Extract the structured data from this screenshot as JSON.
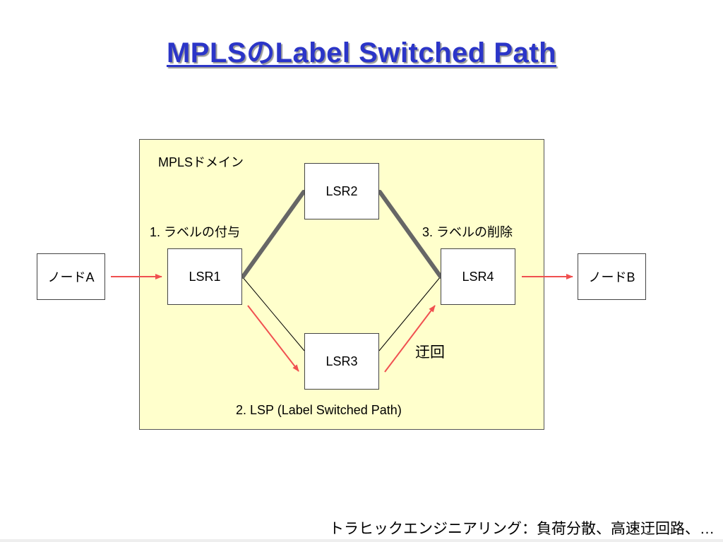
{
  "title": "MPLSのLabel Switched Path",
  "domain_label": "MPLSドメイン",
  "nodes": {
    "node_a": "ノードA",
    "node_b": "ノードB",
    "lsr1": "LSR1",
    "lsr2": "LSR2",
    "lsr3": "LSR3",
    "lsr4": "LSR4"
  },
  "annotations": {
    "step1": "1. ラベルの付与",
    "step2": "2. LSP (Label Switched Path)",
    "step3": "3. ラベルの削除",
    "detour": "迂回"
  },
  "footer": "トラヒックエンジニアリング：負荷分散、高速迂回路、…",
  "colors": {
    "title": "#2b35c8",
    "domain_fill": "#ffffcc",
    "lsp_path": "#666666",
    "arrow": "#f05050"
  }
}
